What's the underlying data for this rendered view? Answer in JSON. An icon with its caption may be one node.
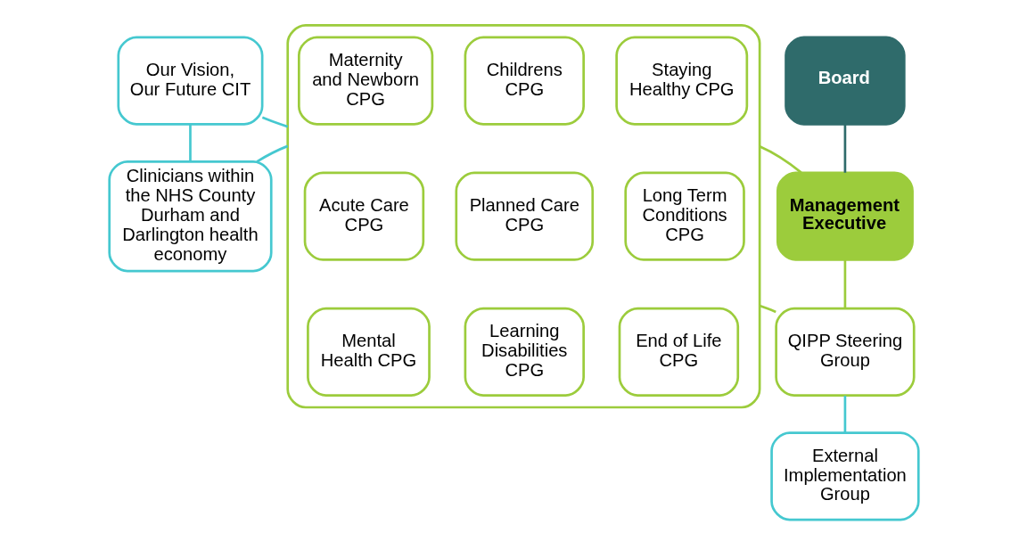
{
  "diagram": {
    "nodes": [
      {
        "text": [
          "Our Vision, Our Future CIT"
        ]
      },
      {
        "text": [
          "Clinicians within the NHS County Durham and Darlington health economy"
        ]
      },
      {
        "text": [],
        "shape": "box"
      },
      {
        "text": [
          "Maternity and Newborn CPG"
        ],
        "in": 2
      },
      {
        "text": [
          "Childrens CPG"
        ],
        "in": 2
      },
      {
        "text": [
          "Staying Healthy CPG"
        ],
        "in": 2
      },
      {
        "text": [
          "Acute Care CPG"
        ],
        "in": 2
      },
      {
        "text": [
          "Planned Care CPG"
        ],
        "in": 2
      },
      {
        "text": [
          "Long Term Conditions CPG"
        ],
        "in": 2
      },
      {
        "text": [
          "Mental Health CPG"
        ],
        "in": 2
      },
      {
        "text": [
          "Learning Disabilities CPG"
        ],
        "in": 2
      },
      {
        "text": [
          "End of Life CPG"
        ],
        "in": 2
      },
      {
        "text": [
          "Board"
        ]
      },
      {
        "text": [
          "Management Executive"
        ]
      },
      {
        "text": [
          "QIPP Steering Group"
        ]
      },
      {
        "text": [
          "External Implementation Group"
        ]
      }
    ],
    "edges": [
      {
        "from": 0,
        "to": 1,
        "arrow": "none"
      },
      {
        "from": 0,
        "to": 2,
        "arrow": "none"
      },
      {
        "from": 1,
        "to": 2,
        "arrow": "none"
      },
      {
        "from": 2,
        "to": 13,
        "arrow": "none",
        "color": "#9ccc3c"
      },
      {
        "from": 2,
        "to": 14,
        "arrow": "none",
        "color": "#9ccc3c"
      },
      {
        "from": 12,
        "to": 13,
        "arrow": "none",
        "color": "#2f6b6b"
      },
      {
        "from": 13,
        "to": 14,
        "arrow": "none",
        "color": "#9ccc3c"
      },
      {
        "from": 14,
        "to": 15,
        "arrow": "none"
      }
    ]
  }
}
